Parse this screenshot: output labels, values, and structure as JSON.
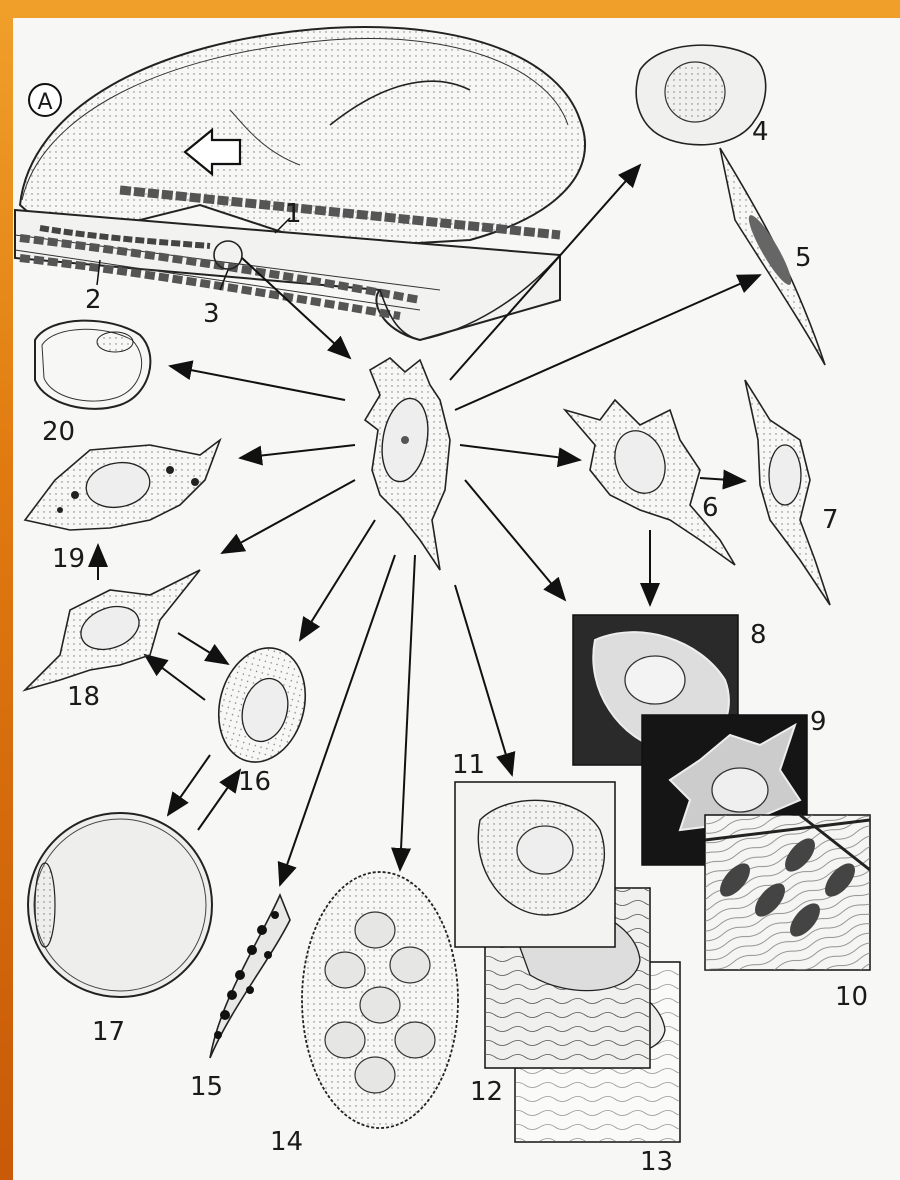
{
  "figure": {
    "panel_marker": "A",
    "labels": {
      "l1": "1",
      "l2": "2",
      "l3": "3",
      "l4": "4",
      "l5": "5",
      "l6": "6",
      "l7": "7",
      "l8": "8",
      "l9": "9",
      "l10": "10",
      "l11": "11",
      "l12": "12",
      "l13": "13",
      "l14": "14",
      "l15": "15",
      "l16": "16",
      "l17": "17",
      "l18": "18",
      "l19": "19",
      "l20": "20"
    }
  }
}
